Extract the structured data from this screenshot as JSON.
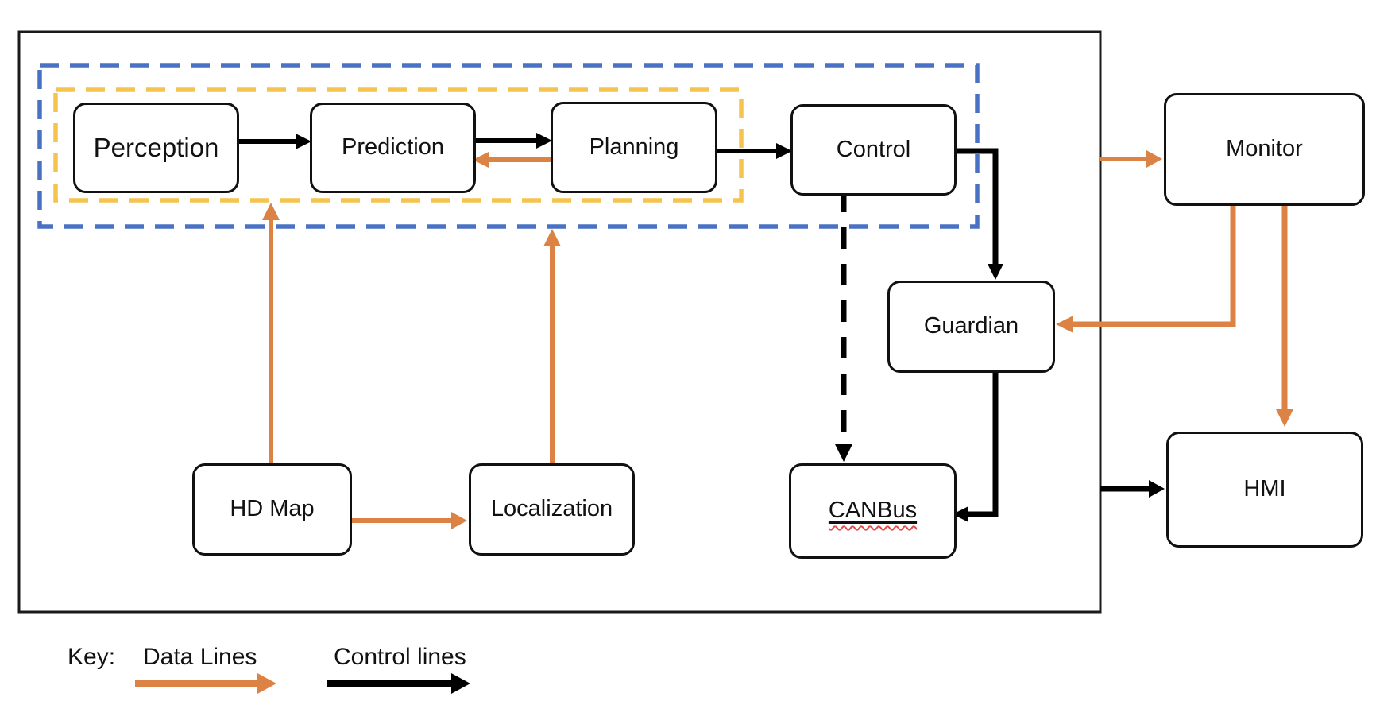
{
  "nodes": {
    "perception": {
      "label": "Perception"
    },
    "prediction": {
      "label": "Prediction"
    },
    "planning": {
      "label": "Planning"
    },
    "control": {
      "label": "Control"
    },
    "monitor": {
      "label": "Monitor"
    },
    "guardian": {
      "label": "Guardian"
    },
    "canbus": {
      "label": "CANBus"
    },
    "hd_map": {
      "label": "HD Map"
    },
    "localization": {
      "label": "Localization"
    },
    "hmi": {
      "label": "HMI"
    }
  },
  "groups": {
    "blue_dashed_region": {
      "contains": [
        "perception",
        "prediction",
        "planning",
        "control"
      ],
      "border_color": "#4A72C4"
    },
    "yellow_dashed_region": {
      "contains": [
        "perception",
        "prediction",
        "planning"
      ],
      "border_color": "#F4C44E"
    }
  },
  "edges": [
    {
      "from": "perception",
      "to": "prediction",
      "type": "control",
      "style": "solid"
    },
    {
      "from": "prediction",
      "to": "planning",
      "type": "control",
      "style": "solid"
    },
    {
      "from": "planning",
      "to": "control",
      "type": "control",
      "style": "solid"
    },
    {
      "from": "planning",
      "to": "prediction",
      "type": "data",
      "style": "solid"
    },
    {
      "from": "control",
      "to": "guardian",
      "type": "control",
      "style": "solid"
    },
    {
      "from": "control",
      "to": "canbus",
      "type": "control",
      "style": "dashed"
    },
    {
      "from": "guardian",
      "to": "canbus",
      "type": "control",
      "style": "solid"
    },
    {
      "from": "hd_map",
      "to": "yellow_dashed_region",
      "type": "data",
      "style": "solid"
    },
    {
      "from": "hd_map",
      "to": "localization",
      "type": "data",
      "style": "solid"
    },
    {
      "from": "localization",
      "to": "blue_dashed_region",
      "type": "data",
      "style": "solid"
    },
    {
      "from": "system_box",
      "to": "monitor",
      "type": "data",
      "style": "solid"
    },
    {
      "from": "monitor",
      "to": "guardian",
      "type": "data",
      "style": "solid"
    },
    {
      "from": "monitor",
      "to": "hmi",
      "type": "data",
      "style": "solid"
    },
    {
      "from": "system_box",
      "to": "hmi",
      "type": "control",
      "style": "solid"
    }
  ],
  "key": {
    "title": "Key:",
    "data_lines_label": "Data Lines",
    "control_lines_label": "Control lines"
  },
  "colors": {
    "data_line": "#DC8244",
    "control_line": "#000000",
    "blue_dashed_box": "#4A72C4",
    "yellow_dashed_box": "#F4C44E",
    "canbus_spellcheck_underline": "#E14B4B",
    "box_border": "#111111",
    "background": "#FFFFFF"
  }
}
